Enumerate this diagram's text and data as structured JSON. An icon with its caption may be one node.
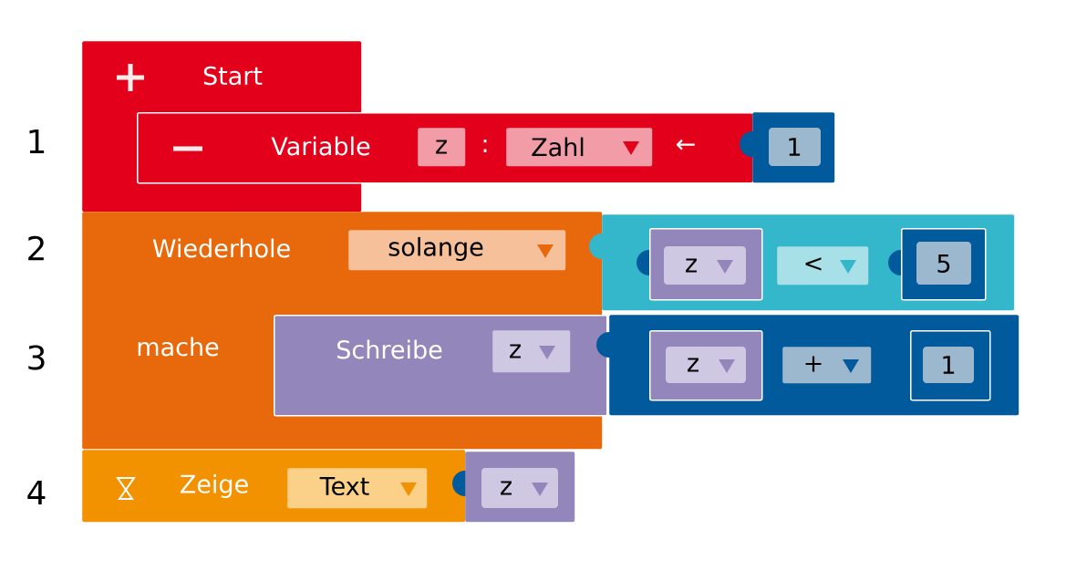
{
  "diagram": {
    "nodes": [
      {
        "text": [
          "Start"
        ]
      },
      {
        "text": [
          "Variable",
          ":",
          "←"
        ]
      },
      {
        "text": [
          "z"
        ],
        "in": 1
      },
      {
        "text": [
          "Zahl"
        ],
        "in": 1
      },
      {
        "text": [
          "1"
        ]
      },
      {
        "text": [
          "Wiederhole",
          "mache"
        ]
      },
      {
        "text": [
          "solange"
        ],
        "in": 5
      },
      {
        "text": [],
        "shape": "box"
      },
      {
        "text": [
          "z"
        ],
        "in": 7
      },
      {
        "text": [
          "<"
        ],
        "in": 7
      },
      {
        "text": [
          "5"
        ],
        "in": 7
      },
      {
        "text": [
          "Schreibe"
        ],
        "in": 5
      },
      {
        "text": [
          "z"
        ],
        "in": 11
      },
      {
        "text": [],
        "shape": "box"
      },
      {
        "text": [
          "z"
        ],
        "in": 13
      },
      {
        "text": [
          "+"
        ],
        "in": 13
      },
      {
        "text": [
          "1"
        ],
        "in": 13
      },
      {
        "text": [
          "Zeige"
        ]
      },
      {
        "text": [
          "Text"
        ],
        "in": 17
      },
      {
        "text": [
          "z"
        ]
      }
    ],
    "labels": [
      "1",
      "2",
      "3",
      "4"
    ]
  }
}
